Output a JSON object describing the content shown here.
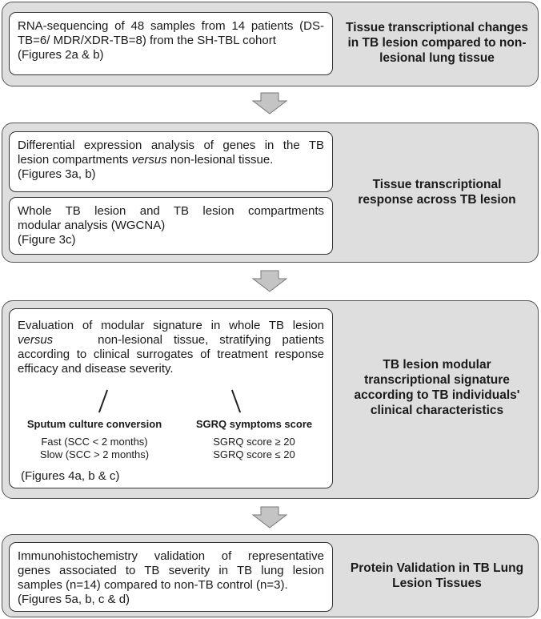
{
  "panel1": {
    "box1": {
      "lines": [
        "RNA-sequencing of 48 samples from 14 patients (DS-",
        "TB=6/ MDR/XDR-TB=8) from the SH-TBL cohort",
        "(Figures 2a & b)"
      ]
    },
    "title": [
      "Tissue transcriptional changes",
      "in TB lesion compared to non-",
      "lesional lung tissue"
    ]
  },
  "panel2": {
    "box1": {
      "line1": "Differential expression analysis of genes in the TB",
      "line2_pre": "lesion compartments ",
      "line2_em": "versus",
      "line2_post": " non-lesional tissue.",
      "line3": "(Figures 3a, b)"
    },
    "box2": {
      "lines": [
        "Whole TB lesion and TB lesion compartments",
        "modular analysis (WGCNA)",
        "(Figure 3c)"
      ]
    },
    "title": [
      "Tissue transcriptional",
      "response across TB lesion"
    ]
  },
  "panel3": {
    "box": {
      "line1": "Evaluation of modular signature in whole TB lesion",
      "line2_em": "versus",
      "line2_post": "    non-lesional tissue, stratifying patients",
      "line3": "according to clinical surrogates of treatment response",
      "line4": "efficacy and disease severity.",
      "figures": "(Figures 4a, b & c)"
    },
    "left_group": {
      "heading": "Sputum culture conversion",
      "items": [
        "Fast (SCC < 2 months)",
        "Slow (SCC > 2 months)"
      ]
    },
    "right_group": {
      "heading": "SGRQ symptoms score",
      "items": [
        "SGRQ score ≥ 20",
        "SGRQ score ≤ 20"
      ]
    },
    "title": [
      "TB lesion modular",
      "transcriptional signature",
      "according to TB individuals'",
      "clinical characteristics"
    ]
  },
  "panel4": {
    "box": {
      "lines": [
        "Immunohistochemistry validation of representative",
        "genes associated to TB severity in TB lung lesion",
        "samples (n=14) compared to non-TB control (n=3).",
        "(Figures 5a, b, c & d)"
      ]
    },
    "title": [
      "Protein Validation in TB Lung",
      "Lesion Tissues"
    ]
  },
  "colors": {
    "panel_fill": "#dedede",
    "arrow_fill": "#c4c4c4",
    "border": "#555555"
  }
}
